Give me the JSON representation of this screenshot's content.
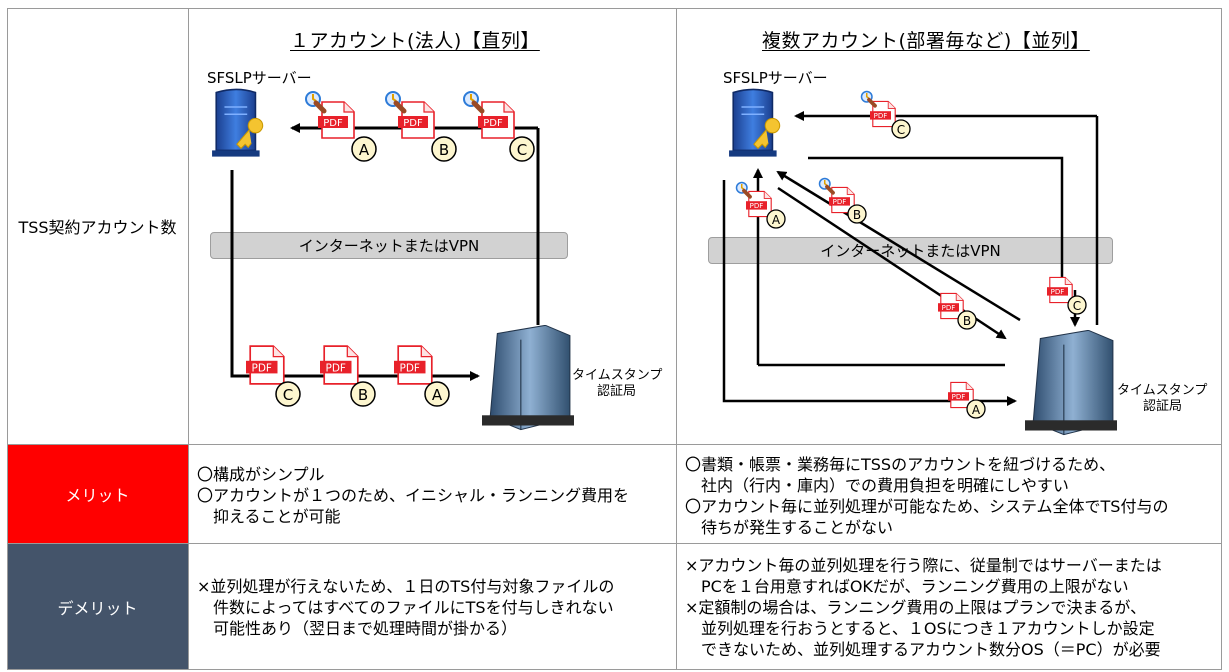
{
  "columns": {
    "left_heading": "１アカウント(法人)【直列】",
    "right_heading": "複数アカウント(部署毎など)【並列】"
  },
  "rows": {
    "diagram_label": "TSS契約アカウント数",
    "merit_label": "メリット",
    "demerit_label": "デメリット"
  },
  "diagram": {
    "server_label": "SFSLPサーバー",
    "network_band": "インターネットまたはVPN",
    "tsa_label_line1": "タイムスタンプ",
    "tsa_label_line2": "認証局",
    "pdf_text": "PDF",
    "markers": [
      "A",
      "B",
      "C"
    ]
  },
  "merit": {
    "left_lines": [
      "〇構成がシンプル",
      "〇アカウントが１つのため、イニシャル・ランニング費用を",
      "　抑えることが可能"
    ],
    "right_lines": [
      "〇書類・帳票・業務毎にTSSのアカウントを紐づけるため、",
      "　社内（行内・庫内）での費用負担を明確にしやすい",
      "〇アカウント毎に並列処理が可能なため、システム全体でTS付与の",
      "　待ちが発生することがない"
    ]
  },
  "demerit": {
    "left_lines": [
      "×並列処理が行えないため、１日のTS付与対象ファイルの",
      "　件数によってはすべてのファイルにTSを付与しきれない",
      "　可能性あり（翌日まで処理時間が掛かる）"
    ],
    "right_lines": [
      "×アカウント毎の並列処理を行う際に、従量制ではサーバーまたは",
      "　PCを１台用意すればOKだが、ランニング費用の上限がない",
      "×定額制の場合は、ランニング費用の上限はプランで決まるが、",
      "　並列処理を行おうとすると、１OSにつき１アカウントしか設定",
      "　できないため、並列処理するアカウント数分OS（＝PC）が必要"
    ]
  },
  "colors": {
    "merit_bg": "#ff0000",
    "demerit_bg": "#44546a",
    "band_bg": "#d2d2d2",
    "pdf_red": "#e8212a",
    "marker_fill": "#fdf6cf",
    "server_blue": "#2a63c4",
    "key_yellow": "#f4c430"
  }
}
